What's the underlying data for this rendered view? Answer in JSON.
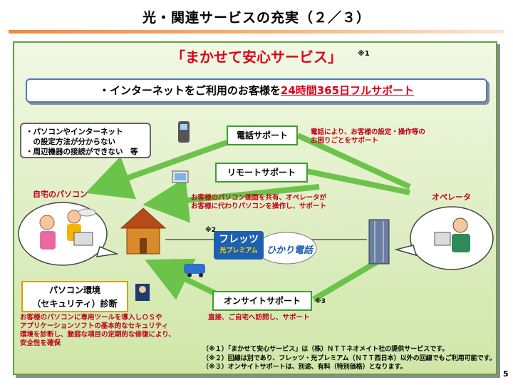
{
  "title": "光・関連サービスの充実（２／３）",
  "service": {
    "name": "「まかせて安心サービス」",
    "note_mark": "※1"
  },
  "banner": {
    "prefix": "・インターネットをご利用のお客様を",
    "highlight": "24時間365日フルサポート"
  },
  "callout_problem": {
    "line1": "・パソコンやインターネット",
    "line2": "　の設定方法が分からない",
    "line3": "・周辺機器の接続ができない　等"
  },
  "labels": {
    "home_pc": "自宅のパソコン",
    "operator": "オペレータ"
  },
  "services": {
    "phone": {
      "label": "電話サポート",
      "desc1": "電話により、お客様の設定・操作等の",
      "desc2": "お困りごとをサポート"
    },
    "remote": {
      "label": "リモートサポート",
      "desc1": "お客様のパソコン画面を共有、オペレータが",
      "desc2": "お客様に代わりパソコンを操作し、サポート"
    },
    "onsite": {
      "label": "オンサイトサポート",
      "mark": "※3",
      "desc": "直接、ご自宅へ訪問し、サポート"
    }
  },
  "network": {
    "mark": "※2",
    "flets": "フレッツ",
    "flets_sub": "光プレミアム",
    "hikari": "ひかり電話"
  },
  "diagnosis": {
    "line1": "パソコン環境",
    "line2": "（セキュリティ）診断",
    "desc1": "お客様のパソコンに専用ツールを導入しＯＳや",
    "desc2": "アプリケーションソフトの基本的なセキュリティ",
    "desc3": "環境を診断し、脆弱な項目の定期的な修復により、",
    "desc4": "安全性を確保"
  },
  "notes": [
    "（※１）「まかせて安心サービス」は（株）ＮＴＴネオメイト社の提供サービスです。",
    "（※２）回線は別であり、フレッツ・光プレミアム（ＮＴＴ西日本）以外の回線でもご利用可能です。",
    "（※３）オンサイトサポートは、別途、有料（特別価格）となります。"
  ],
  "page_number": "5",
  "colors": {
    "accent_red": "#e0001a",
    "arrow_green": "#6cc34a",
    "panel_border": "#5aa63c"
  }
}
